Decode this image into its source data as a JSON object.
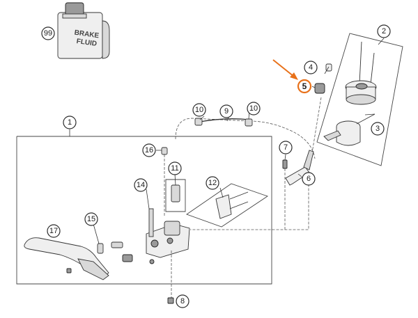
{
  "bottle": {
    "label_line1": "BRAKE",
    "label_line2": "FLUID"
  },
  "callouts": [
    {
      "id": "c99",
      "label": "99"
    },
    {
      "id": "c1",
      "label": "1"
    },
    {
      "id": "c2",
      "label": "2"
    },
    {
      "id": "c3",
      "label": "3"
    },
    {
      "id": "c4",
      "label": "4"
    },
    {
      "id": "c5",
      "label": "5",
      "highlighted": true
    },
    {
      "id": "c6",
      "label": "6"
    },
    {
      "id": "c7",
      "label": "7"
    },
    {
      "id": "c8",
      "label": "8"
    },
    {
      "id": "c9",
      "label": "9"
    },
    {
      "id": "c10a",
      "label": "10"
    },
    {
      "id": "c10b",
      "label": "10"
    },
    {
      "id": "c11",
      "label": "11"
    },
    {
      "id": "c12",
      "label": "12"
    },
    {
      "id": "c14",
      "label": "14"
    },
    {
      "id": "c15",
      "label": "15"
    },
    {
      "id": "c16",
      "label": "16"
    },
    {
      "id": "c17",
      "label": "17"
    }
  ],
  "colors": {
    "highlight": "#e8711a",
    "line": "#333333"
  }
}
